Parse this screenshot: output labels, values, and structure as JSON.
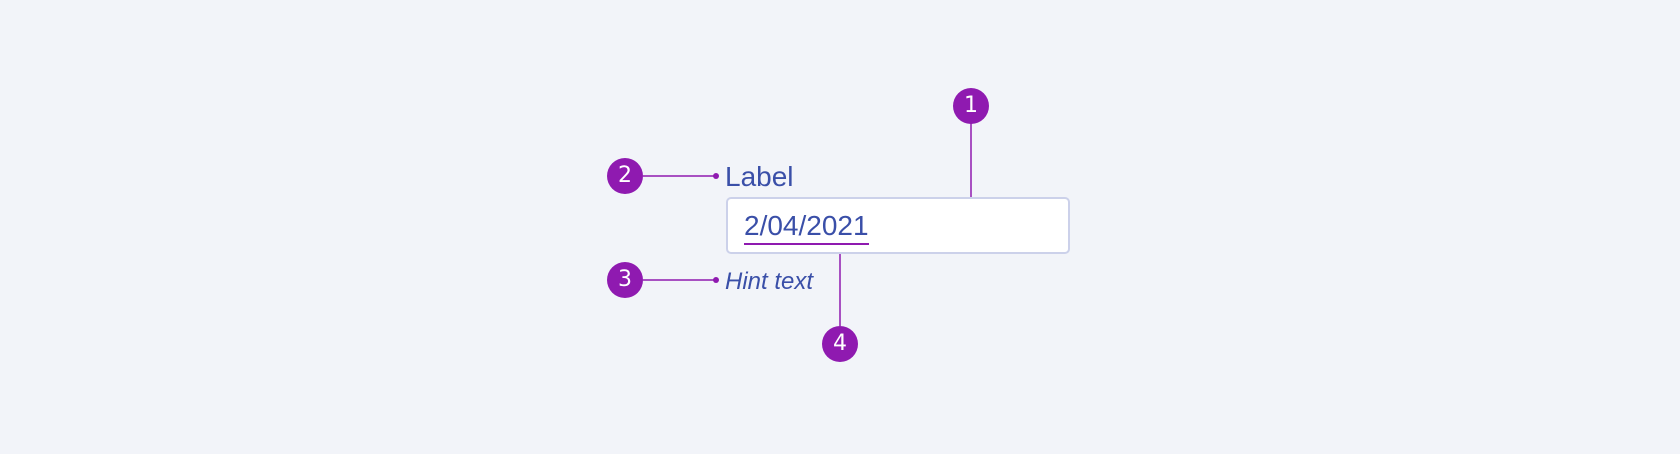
{
  "field": {
    "label": "Label",
    "value": "2/04/2021",
    "hint": "Hint text"
  },
  "callouts": {
    "one": "1",
    "two": "2",
    "three": "3",
    "four": "4"
  },
  "colors": {
    "background": "#f2f4f9",
    "text": "#3a4fa8",
    "accent": "#8f1ab0",
    "field_border": "#ccd1ea"
  }
}
